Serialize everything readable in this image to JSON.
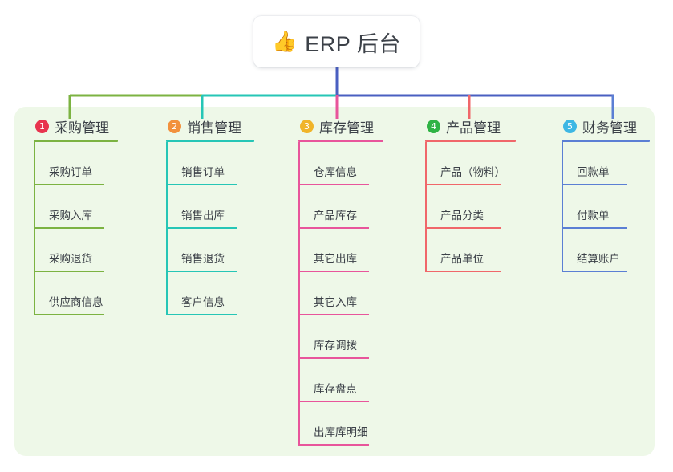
{
  "root": {
    "icon": "thumbs-up-icon",
    "icon_glyph": "👍",
    "label": "ERP 后台"
  },
  "palette": {
    "panel_background": "#eef8e8",
    "page_background": "#ffffff",
    "text": "#3c4148",
    "trunk_line": "#4a5fc1"
  },
  "columns": [
    {
      "number": "1",
      "title": "采购管理",
      "badge_color": "#e8344e",
      "line_color": "#7cb342",
      "items": [
        {
          "label": "采购订单"
        },
        {
          "label": "采购入库"
        },
        {
          "label": "采购退货"
        },
        {
          "label": "供应商信息"
        }
      ]
    },
    {
      "number": "2",
      "title": "销售管理",
      "badge_color": "#f2913d",
      "line_color": "#26c6b6",
      "items": [
        {
          "label": "销售订单"
        },
        {
          "label": "销售出库"
        },
        {
          "label": "销售退货"
        },
        {
          "label": "客户信息"
        }
      ]
    },
    {
      "number": "3",
      "title": "库存管理",
      "badge_color": "#f0b429",
      "line_color": "#e8559b",
      "items": [
        {
          "label": "仓库信息"
        },
        {
          "label": "产品库存"
        },
        {
          "label": "其它出库"
        },
        {
          "label": "其它入库"
        },
        {
          "label": "库存调拨"
        },
        {
          "label": "库存盘点"
        },
        {
          "label": "出库库明细"
        }
      ]
    },
    {
      "number": "4",
      "title": "产品管理",
      "badge_color": "#2fb344",
      "line_color": "#f0676a",
      "items": [
        {
          "label": "产品（物料）"
        },
        {
          "label": "产品分类"
        },
        {
          "label": "产品单位"
        }
      ]
    },
    {
      "number": "5",
      "title": "财务管理",
      "badge_color": "#3db7e4",
      "line_color": "#5b7fd4",
      "items": [
        {
          "label": "回款单"
        },
        {
          "label": "付款单"
        },
        {
          "label": "结算账户"
        }
      ]
    }
  ]
}
